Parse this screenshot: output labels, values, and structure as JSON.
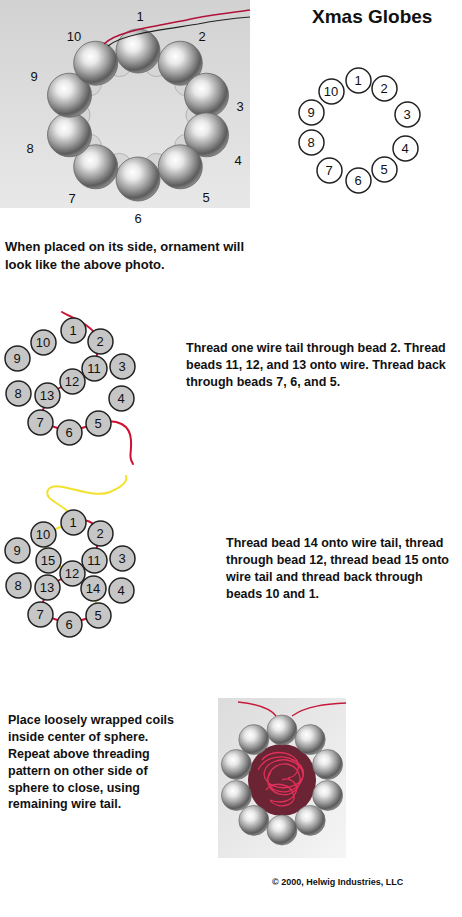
{
  "diagram": {
    "title": "Xmas Globes",
    "nodes": [
      {
        "text": [
          "1"
        ]
      },
      {
        "text": [
          "2"
        ]
      },
      {
        "text": [
          "3"
        ]
      },
      {
        "text": [
          "4"
        ]
      },
      {
        "text": [
          "5"
        ]
      },
      {
        "text": [
          "6"
        ]
      },
      {
        "text": [
          "7"
        ]
      },
      {
        "text": [
          "8"
        ]
      },
      {
        "text": [
          "9"
        ]
      },
      {
        "text": [
          "10"
        ]
      },
      {
        "text": [
          "1"
        ]
      },
      {
        "text": [
          "2"
        ]
      },
      {
        "text": [
          "3"
        ]
      },
      {
        "text": [
          "4"
        ]
      },
      {
        "text": [
          "5"
        ]
      },
      {
        "text": [
          "6"
        ]
      },
      {
        "text": [
          "7"
        ]
      },
      {
        "text": [
          "8"
        ]
      },
      {
        "text": [
          "9"
        ]
      },
      {
        "text": [
          "10"
        ]
      },
      {
        "text": [
          "11"
        ]
      },
      {
        "text": [
          "12"
        ]
      },
      {
        "text": [
          "13"
        ]
      },
      {
        "text": [
          "1"
        ]
      },
      {
        "text": [
          "2"
        ]
      },
      {
        "text": [
          "3"
        ]
      },
      {
        "text": [
          "4"
        ]
      },
      {
        "text": [
          "5"
        ]
      },
      {
        "text": [
          "6"
        ]
      },
      {
        "text": [
          "7"
        ]
      },
      {
        "text": [
          "8"
        ]
      },
      {
        "text": [
          "9"
        ]
      },
      {
        "text": [
          "10"
        ]
      },
      {
        "text": [
          "11"
        ]
      },
      {
        "text": [
          "12"
        ]
      },
      {
        "text": [
          "13"
        ]
      },
      {
        "text": [
          "14"
        ]
      },
      {
        "text": [
          "15"
        ]
      }
    ],
    "labels": [
      "1",
      "2",
      "3",
      "4",
      "5",
      "6",
      "7",
      "8",
      "9",
      "10",
      "When placed on its side, ornament will look like the above photo.",
      "Thread one wire tail through bead 2. Thread beads 11, 12, and 13 onto wire. Thread back through beads 7, 6, and 5.",
      "Thread bead 14 onto wire tail, thread through bead 12, thread bead 15 onto wire tail and thread back through beads 10 and 1.",
      "Place loosely wrapped coils inside center of sphere. Repeat above threading pattern on other side of sphere to close, using remaining wire tail.",
      "© 2000, Helwig Industries, LLC"
    ]
  }
}
